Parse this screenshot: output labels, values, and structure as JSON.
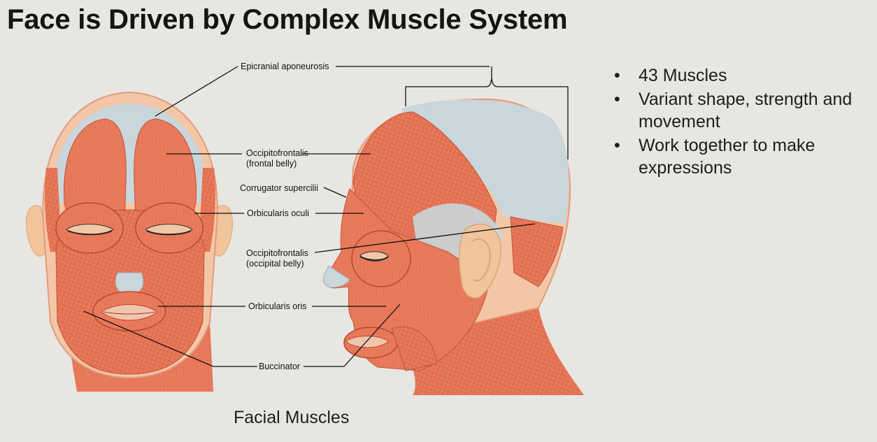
{
  "slide": {
    "title": "Face is Driven by Complex Muscle System",
    "caption": "Facial Muscles"
  },
  "bullets": [
    "43 Muscles",
    "Variant shape, strength and movement",
    "Work together to make expressions"
  ],
  "labels": {
    "epicranial": "Epicranial aponeurosis",
    "occ_frontal_1": "Occipitofrontalis",
    "occ_frontal_2": "(frontal belly)",
    "corrugator": "Corrugator supercilii",
    "orb_oculi": "Orbicularis oculi",
    "occ_occipital_1": "Occipitofrontalis",
    "occ_occipital_2": "(occipital belly)",
    "orb_oris": "Orbicularis oris",
    "buccinator": "Buccinator"
  },
  "colors": {
    "background": "#e7e6e1",
    "muscle": "#e8775a",
    "muscle_dark": "#c85a3c",
    "skin": "#f1c49c",
    "tendon": "#c9d6dc"
  },
  "icons": {
    "bullet": "bullet-dot"
  }
}
